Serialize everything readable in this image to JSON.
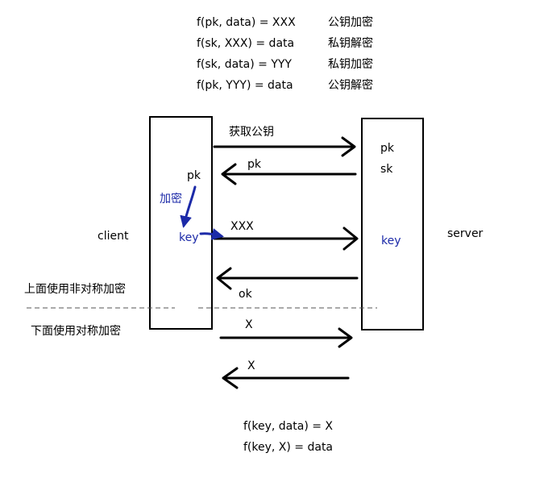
{
  "formulas_top": [
    {
      "expr": "f(pk,  data) = XXX",
      "note": "公钥加密"
    },
    {
      "expr": "f(sk,  XXX) = data",
      "note": "私钥解密"
    },
    {
      "expr": "f(sk,  data) = YYY",
      "note": "私钥加密"
    },
    {
      "expr": "f(pk,  YYY) = data",
      "note": "公钥解密"
    }
  ],
  "labels": {
    "client": "client",
    "server": "server",
    "get_public_key": "获取公钥",
    "pk_reply": "pk",
    "client_pk": "pk",
    "encrypt": "加密",
    "key": "key",
    "xxx": "XXX",
    "ok": "ok",
    "server_pk": "pk",
    "server_sk": "sk",
    "server_key": "key",
    "asymmetric": "上面使用非对称加密",
    "symmetric": "下面使用对称加密",
    "x_send": "X",
    "x_reply": "X"
  },
  "formulas_bottom": [
    "f(key, data)  = X",
    "f(key, X) = data"
  ],
  "colors": {
    "ink": "#000000",
    "blue": "#1c2aa8"
  }
}
